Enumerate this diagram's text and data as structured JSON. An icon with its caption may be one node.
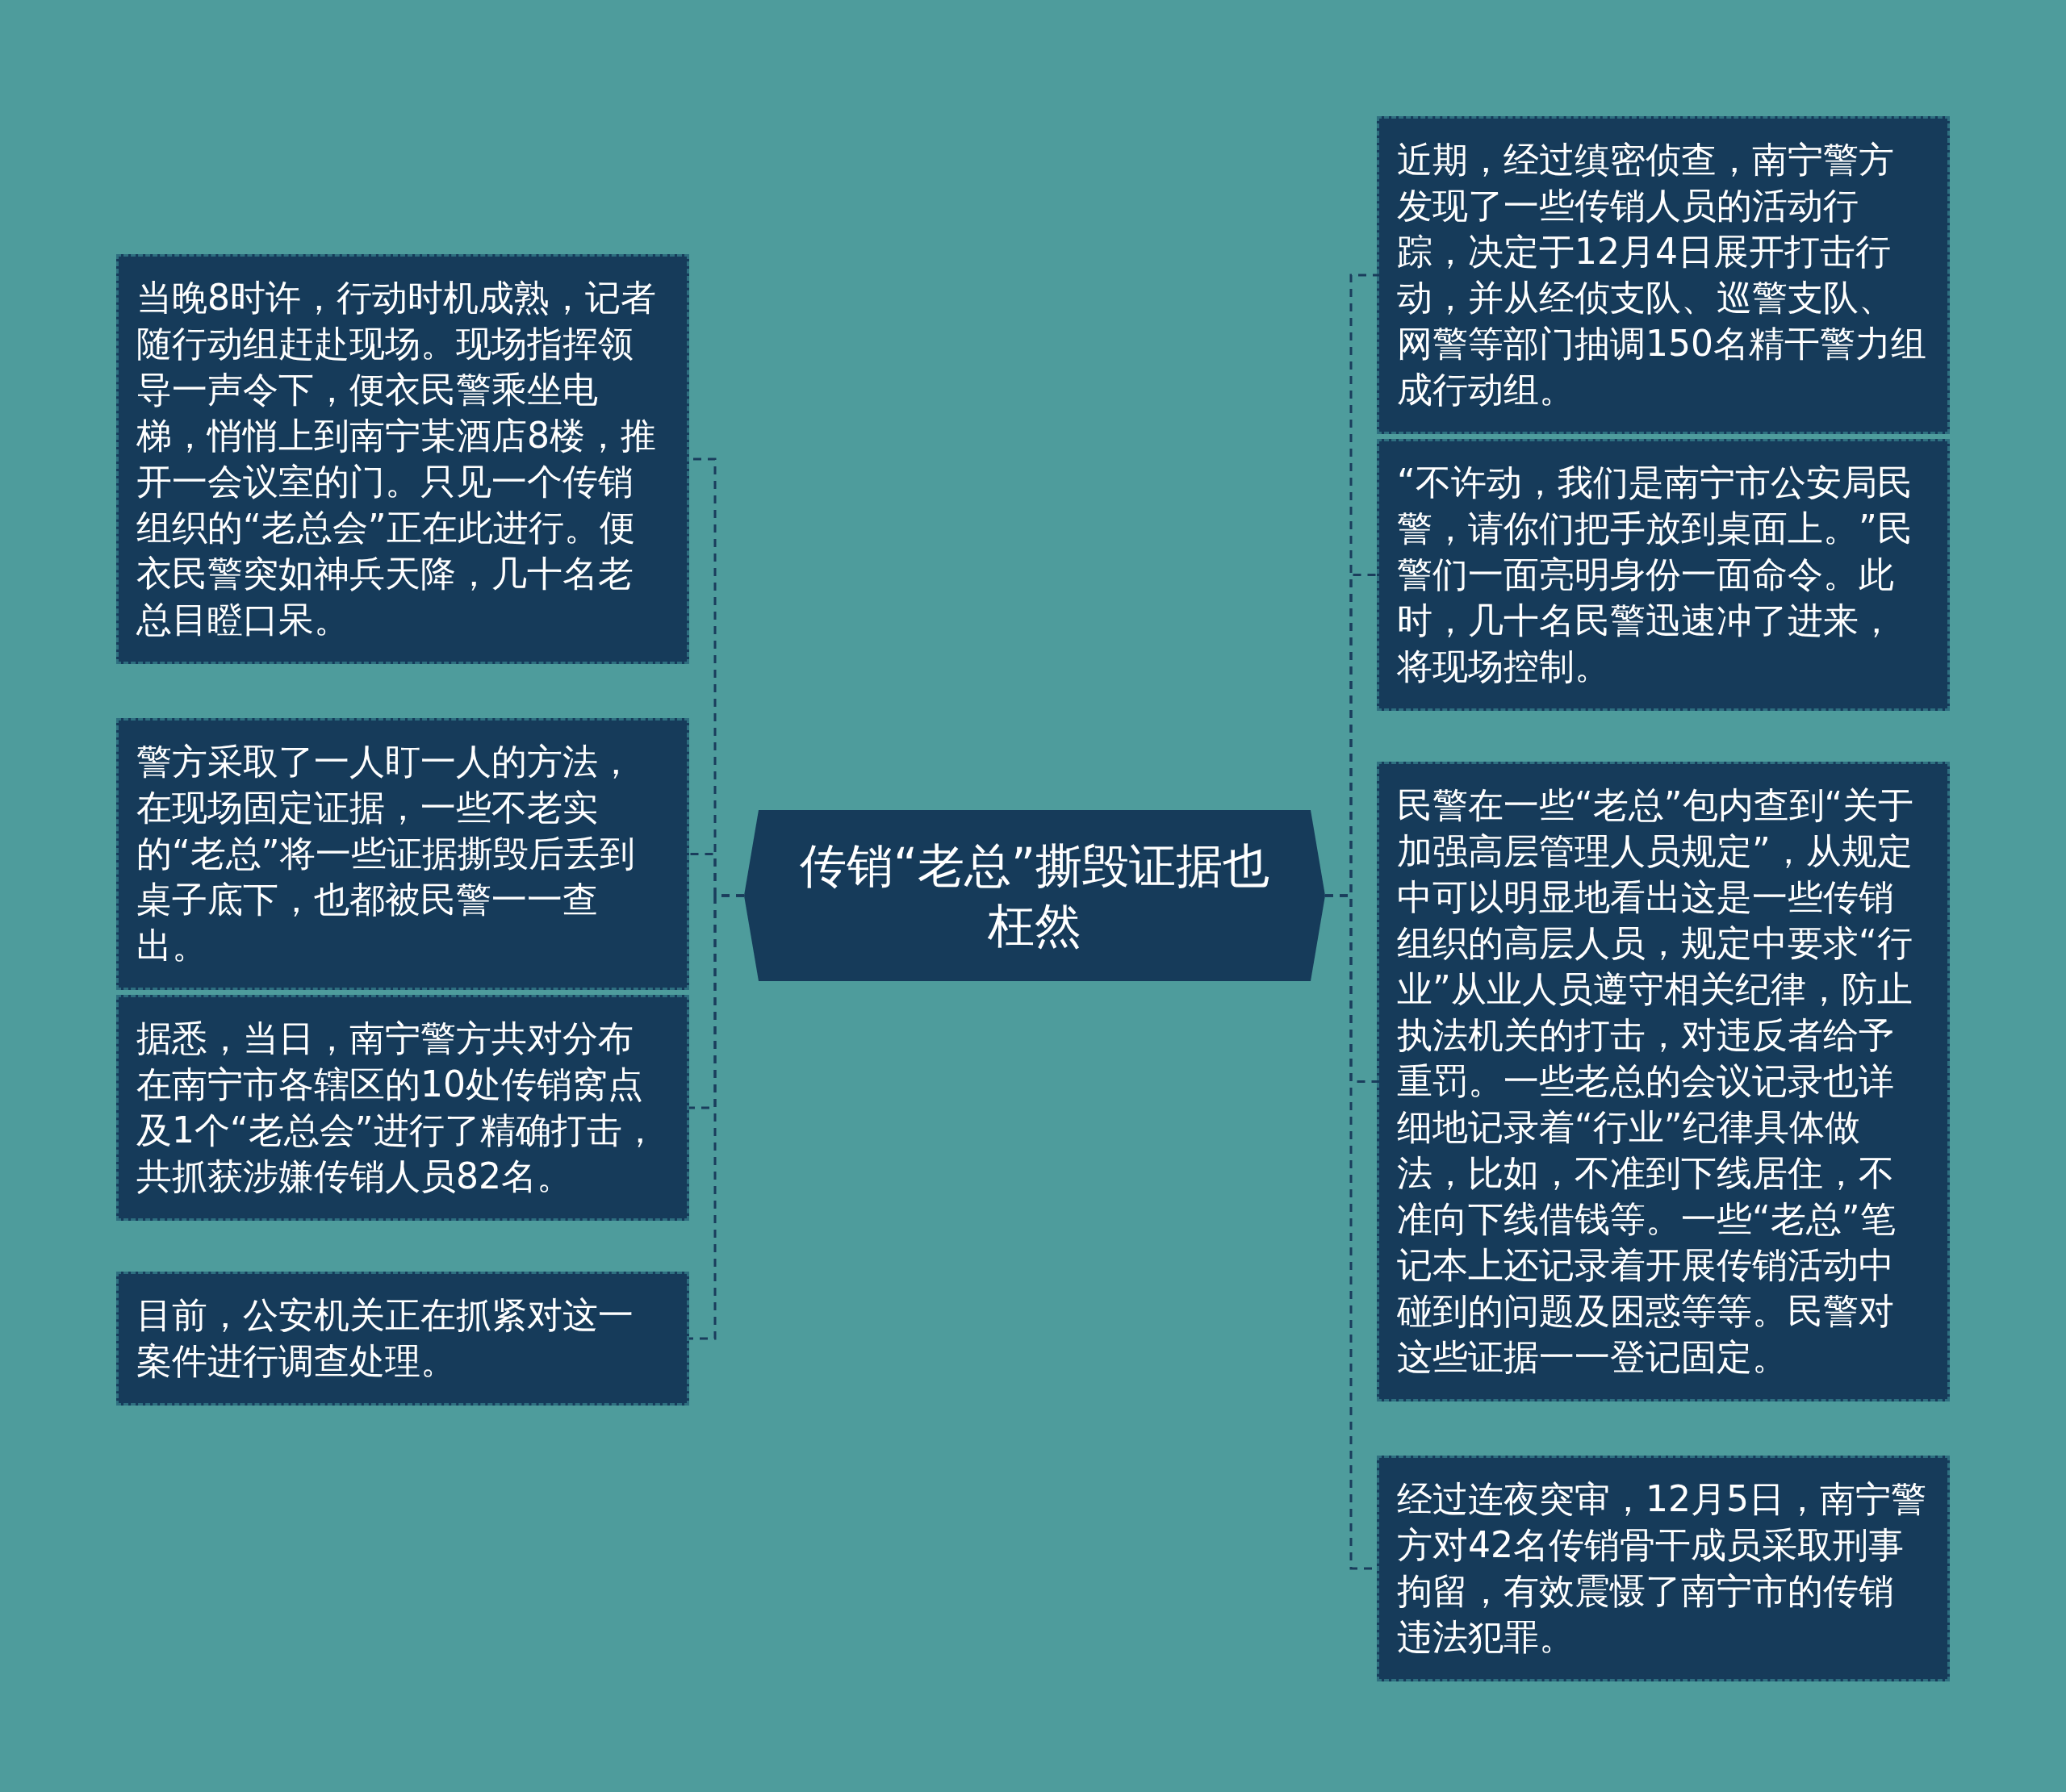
{
  "diagram": {
    "nodes": [
      {
        "text": [
          "传销“老总”撕毁证据也枉然"
        ]
      },
      {
        "text": [
          "当晚8时许，行动时机成熟，记者随行动组赶赴现场。现场指挥领导一声令下，便衣民警乘坐电梯，悄悄上到南宁某酒店8楼，推开一会议室的门。只见一个传销组织的“老总会”正在此进行。便衣民警突如神兵天降，几十名老总目瞪口呆。"
        ]
      },
      {
        "text": [
          "警方采取了一人盯一人的方法，在现场固定证据，一些不老实的“老总”将一些证据撕毁后丢到桌子底下，也都被民警一一查出。"
        ]
      },
      {
        "text": [
          "据悉，当日，南宁警方共对分布在南宁市各辖区的10处传销窝点及1个“老总会”进行了精确打击，共抓获涉嫌传销人员82名。"
        ]
      },
      {
        "text": [
          "目前，公安机关正在抓紧对这一案件进行调查处理。"
        ]
      },
      {
        "text": [
          "近期，经过缜密侦查，南宁警方发现了一些传销人员的活动行踪，决定于12月4日展开打击行动，并从经侦支队、巡警支队、网警等部门抽调150名精干警力组成行动组。"
        ]
      },
      {
        "text": [
          "“不许动，我们是南宁市公安局民警，请你们把手放到桌面上。”民警们一面亮明身份一面命令。此时，几十名民警迅速冲了进来，将现场控制。"
        ]
      },
      {
        "text": [
          "民警在一些“老总”包内查到“关于加强高层管理人员规定”，从规定中可以明显地看出这是一些传销组织的高层人员，规定中要求“行业”从业人员遵守相关纪律，防止执法机关的打击，对违反者给予重罚。一些老总的会议记录也详细地记录着“行业”纪律具体做法，比如，不准到下线居住，不准向下线借钱等。一些“老总”笔记本上还记录着开展传销活动中碰到的问题及困惑等等。民警对这些证据一一登记固定。"
        ]
      },
      {
        "text": [
          "经过连夜突审，12月5日，南宁警方对42名传销骨干成员采取刑事拘留，有效震慑了南宁市的传销违法犯罪。"
        ]
      }
    ],
    "edges": [
      {
        "from": 0,
        "to": 1,
        "arrow": "none",
        "style": "dashed"
      },
      {
        "from": 0,
        "to": 2,
        "arrow": "none",
        "style": "dashed"
      },
      {
        "from": 0,
        "to": 3,
        "arrow": "none",
        "style": "dashed"
      },
      {
        "from": 0,
        "to": 4,
        "arrow": "none",
        "style": "dashed"
      },
      {
        "from": 0,
        "to": 5,
        "arrow": "none",
        "style": "dashed"
      },
      {
        "from": 0,
        "to": 6,
        "arrow": "none",
        "style": "dashed"
      },
      {
        "from": 0,
        "to": 7,
        "arrow": "none",
        "style": "dashed"
      },
      {
        "from": 0,
        "to": 8,
        "arrow": "none",
        "style": "dashed"
      }
    ]
  }
}
